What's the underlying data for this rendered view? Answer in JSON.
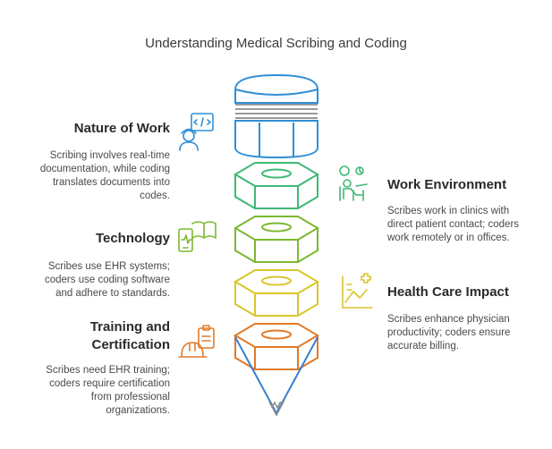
{
  "title": "Understanding Medical Scribing and Coding",
  "sections": [
    {
      "heading": "Nature of Work",
      "description": [
        "Scribing involves real-time",
        "documentation, while coding",
        "translates documents into",
        "codes."
      ],
      "icon": "developer-code-icon",
      "color": "#2f8fd8"
    },
    {
      "heading": "Work Environment",
      "description": [
        "Scribes work in clinics with",
        "direct patient contact; coders",
        "work remotely or in offices."
      ],
      "icon": "desk-work-icon",
      "color": "#3fb876"
    },
    {
      "heading": "Technology",
      "description": [
        "Scribes use EHR systems;",
        "coders use coding software",
        "and adhere to standards."
      ],
      "icon": "device-book-icon",
      "color": "#7cb82f"
    },
    {
      "heading": "Health Care Impact",
      "description": [
        "Scribes enhance physician",
        "productivity; coders ensure",
        "accurate billing."
      ],
      "icon": "health-chart-icon",
      "color": "#d9c62a"
    },
    {
      "heading_lines": [
        "Training and",
        "Certification"
      ],
      "description": [
        "Scribes need EHR training;",
        "coders require certification",
        "from professional",
        "organizations."
      ],
      "icon": "construction-clipboard-icon",
      "color": "#e07a28"
    }
  ]
}
